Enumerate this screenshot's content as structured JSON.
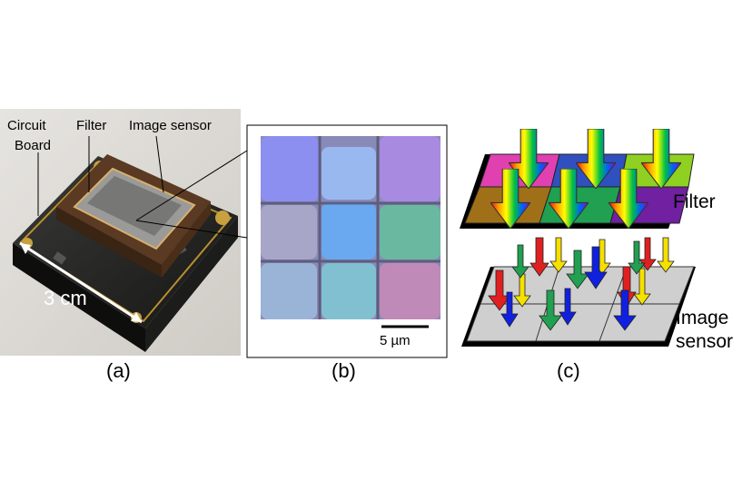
{
  "panel_a": {
    "label_circuit_board_line1": "Circuit",
    "label_circuit_board_line2": "Board",
    "label_filter": "Filter",
    "label_image_sensor": "Image sensor",
    "dimension": "3 cm",
    "caption": "(a)"
  },
  "panel_b": {
    "scale_bar": "5 µm",
    "caption": "(b)"
  },
  "panel_c": {
    "label_filter": "Filter",
    "label_image_line1": "Image",
    "label_image_line2": "sensor",
    "caption": "(c)"
  },
  "colors": {
    "filter_top_left": "#e040b0",
    "filter_top_mid": "#3050c0",
    "filter_top_right": "#90d020",
    "filter_bottom_left": "#a07018",
    "filter_bottom_mid": "#20a050",
    "filter_bottom_right": "#7020a0",
    "sensor": "#cfcfcf"
  }
}
